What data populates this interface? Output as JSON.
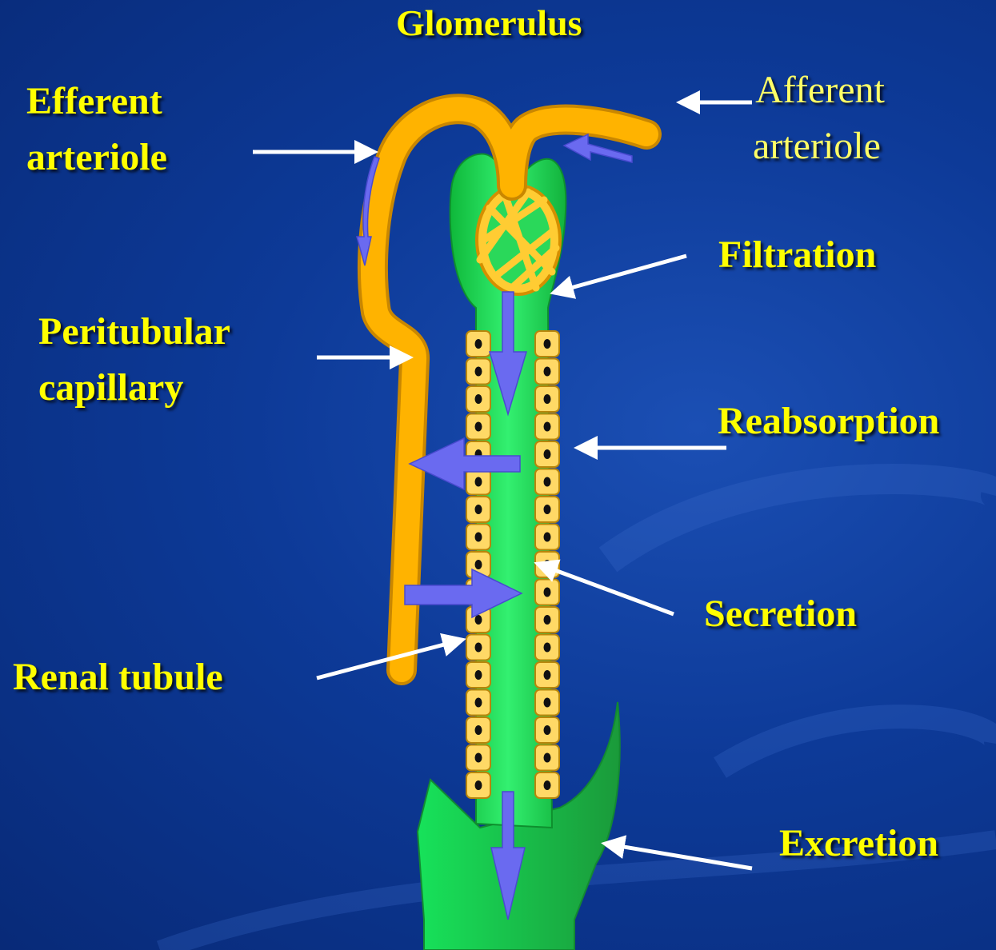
{
  "labels": {
    "glomerulus": "Glomerulus",
    "efferent_line1": "Efferent",
    "efferent_line2": "arteriole",
    "afferent_line1": "Afferent",
    "afferent_line2": "arteriole",
    "filtration": "Filtration",
    "peritubular_line1": "Peritubular",
    "peritubular_line2": "capillary",
    "reabsorption": "Reabsorption",
    "secretion": "Secretion",
    "renal_tubule": "Renal tubule",
    "excretion": "Excretion"
  },
  "colors": {
    "label_yellow": "#ffff00",
    "vessel_orange": "#ffb300",
    "tubule_green": "#1ed84a",
    "cell_yellow": "#ffd966",
    "flow_arrow": "#6a6af0",
    "pointer_white": "#ffffff"
  }
}
